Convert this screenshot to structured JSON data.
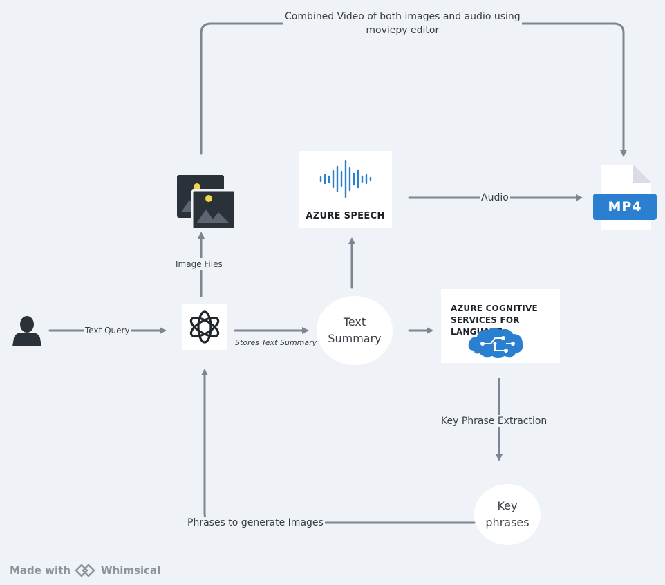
{
  "nodes": {
    "speech_title": "AZURE SPEECH",
    "cognitive_title_line1": "AZURE COGNITIVE",
    "cognitive_title_line2": "SERVICES FOR LANGUAGE",
    "mp4_label": "MP4",
    "text_summary_line1": "Text",
    "text_summary_line2": "Summary",
    "key_phrases_line1": "Key",
    "key_phrases_line2": "phrases"
  },
  "edges": {
    "combined_line1": "Combined Video of both images and audio using",
    "combined_line2": "moviepy editor",
    "audio": "Audio",
    "image_files": "Image Files",
    "text_query": "Text Query",
    "stores_summary": "Stores Text Summary",
    "key_phrase_extraction": "Key Phrase Extraction",
    "phrases_to_images": "Phrases to generate Images"
  },
  "footer": {
    "made_with": "Made with",
    "brand": "Whimsical"
  },
  "colors": {
    "background": "#eff2f6",
    "connector": "#7c8591",
    "azure_blue": "#2b7fd0",
    "dark_icon": "#2b3138"
  }
}
